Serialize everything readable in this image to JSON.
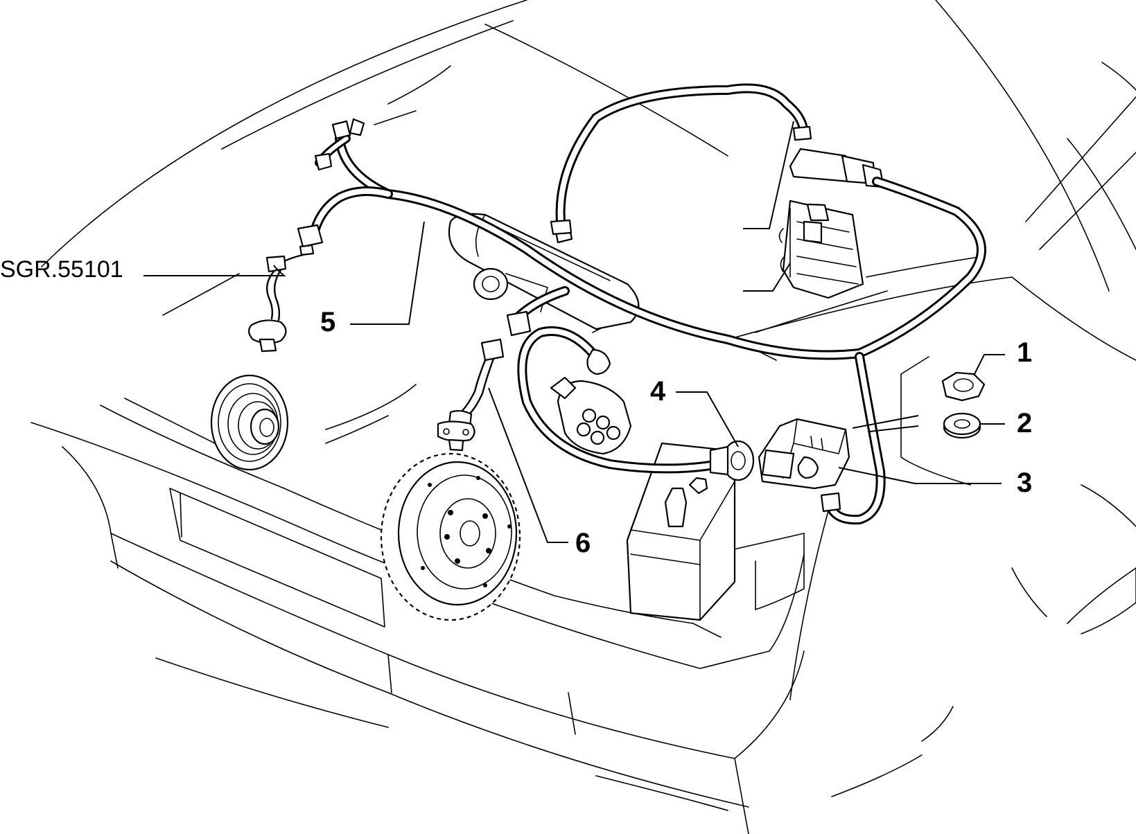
{
  "drawing_code": "SGR.55101",
  "callouts": [
    {
      "number": "1"
    },
    {
      "number": "2"
    },
    {
      "number": "3"
    },
    {
      "number": "4"
    },
    {
      "number": "5"
    },
    {
      "number": "6"
    }
  ],
  "colors": {
    "line": "#000000",
    "background": "#ffffff"
  }
}
